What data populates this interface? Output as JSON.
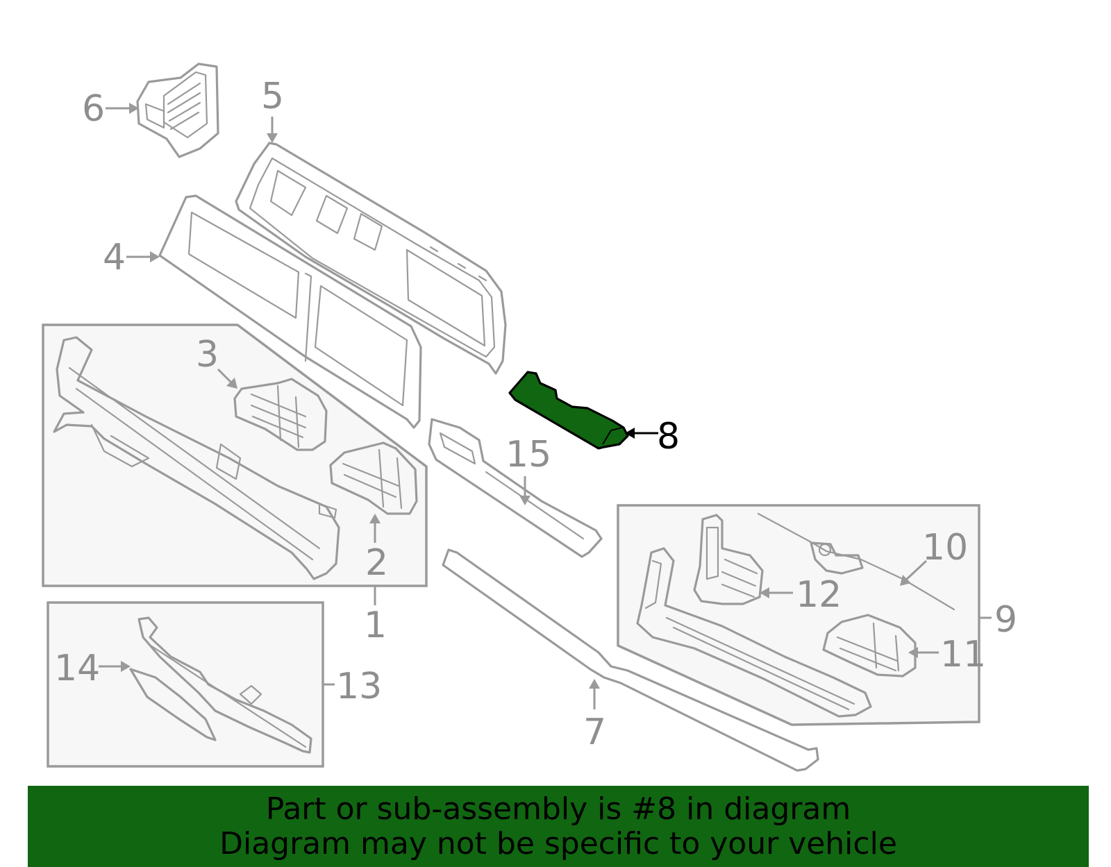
{
  "diagram": {
    "callouts": {
      "c1": "1",
      "c2": "2",
      "c3": "3",
      "c4": "4",
      "c5": "5",
      "c6": "6",
      "c7": "7",
      "c8": "8",
      "c9": "9",
      "c10": "10",
      "c11": "11",
      "c12": "12",
      "c13": "13",
      "c14": "14",
      "c15": "15"
    },
    "highlighted_part": "8",
    "colors": {
      "highlight": "#116611",
      "linework": "#9a9a9a",
      "banner_bg": "#116611"
    }
  },
  "banner": {
    "line1": "Part or sub-assembly is #8 in diagram",
    "line2": "Diagram may not be specific to your vehicle"
  }
}
